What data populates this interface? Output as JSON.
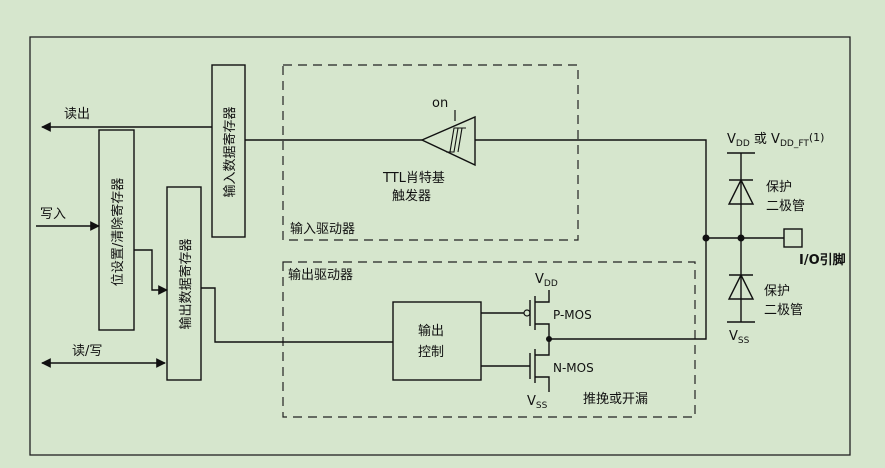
{
  "labels": {
    "read_out": "读出",
    "write_in": "写入",
    "read_write": "读/写",
    "input_data_register": "输入数据寄存器",
    "bit_set_reset_register": "位设置/清除寄存器",
    "output_data_register": "输出数据寄存器",
    "on": "on",
    "schmitt_line1": "TTL肖特基",
    "schmitt_line2": "触发器",
    "input_driver": "输入驱动器",
    "output_driver": "输出驱动器",
    "output_control_line1": "输出",
    "output_control_line2": "控制",
    "vdd": "V",
    "vdd_sub": "DD",
    "vss": "V",
    "vss_sub": "SS",
    "p_mos": "P-MOS",
    "n_mos": "N-MOS",
    "push_pull_open_drain": "推挽或开漏",
    "vdd_or_vddft_v1": "V",
    "vdd_or_vddft_sub1": "DD",
    "vdd_or_vddft_mid": " 或 V",
    "vdd_or_vddft_sub2": "DD_FT",
    "vdd_or_vddft_note": "(1)",
    "protect_diode_top_1": "保护",
    "protect_diode_top_2": "二极管",
    "protect_diode_bot_1": "保护",
    "protect_diode_bot_2": "二极管",
    "io_pin": "I/O引脚"
  },
  "colors": {
    "background": "#d6e6cd",
    "line": "#111111"
  }
}
